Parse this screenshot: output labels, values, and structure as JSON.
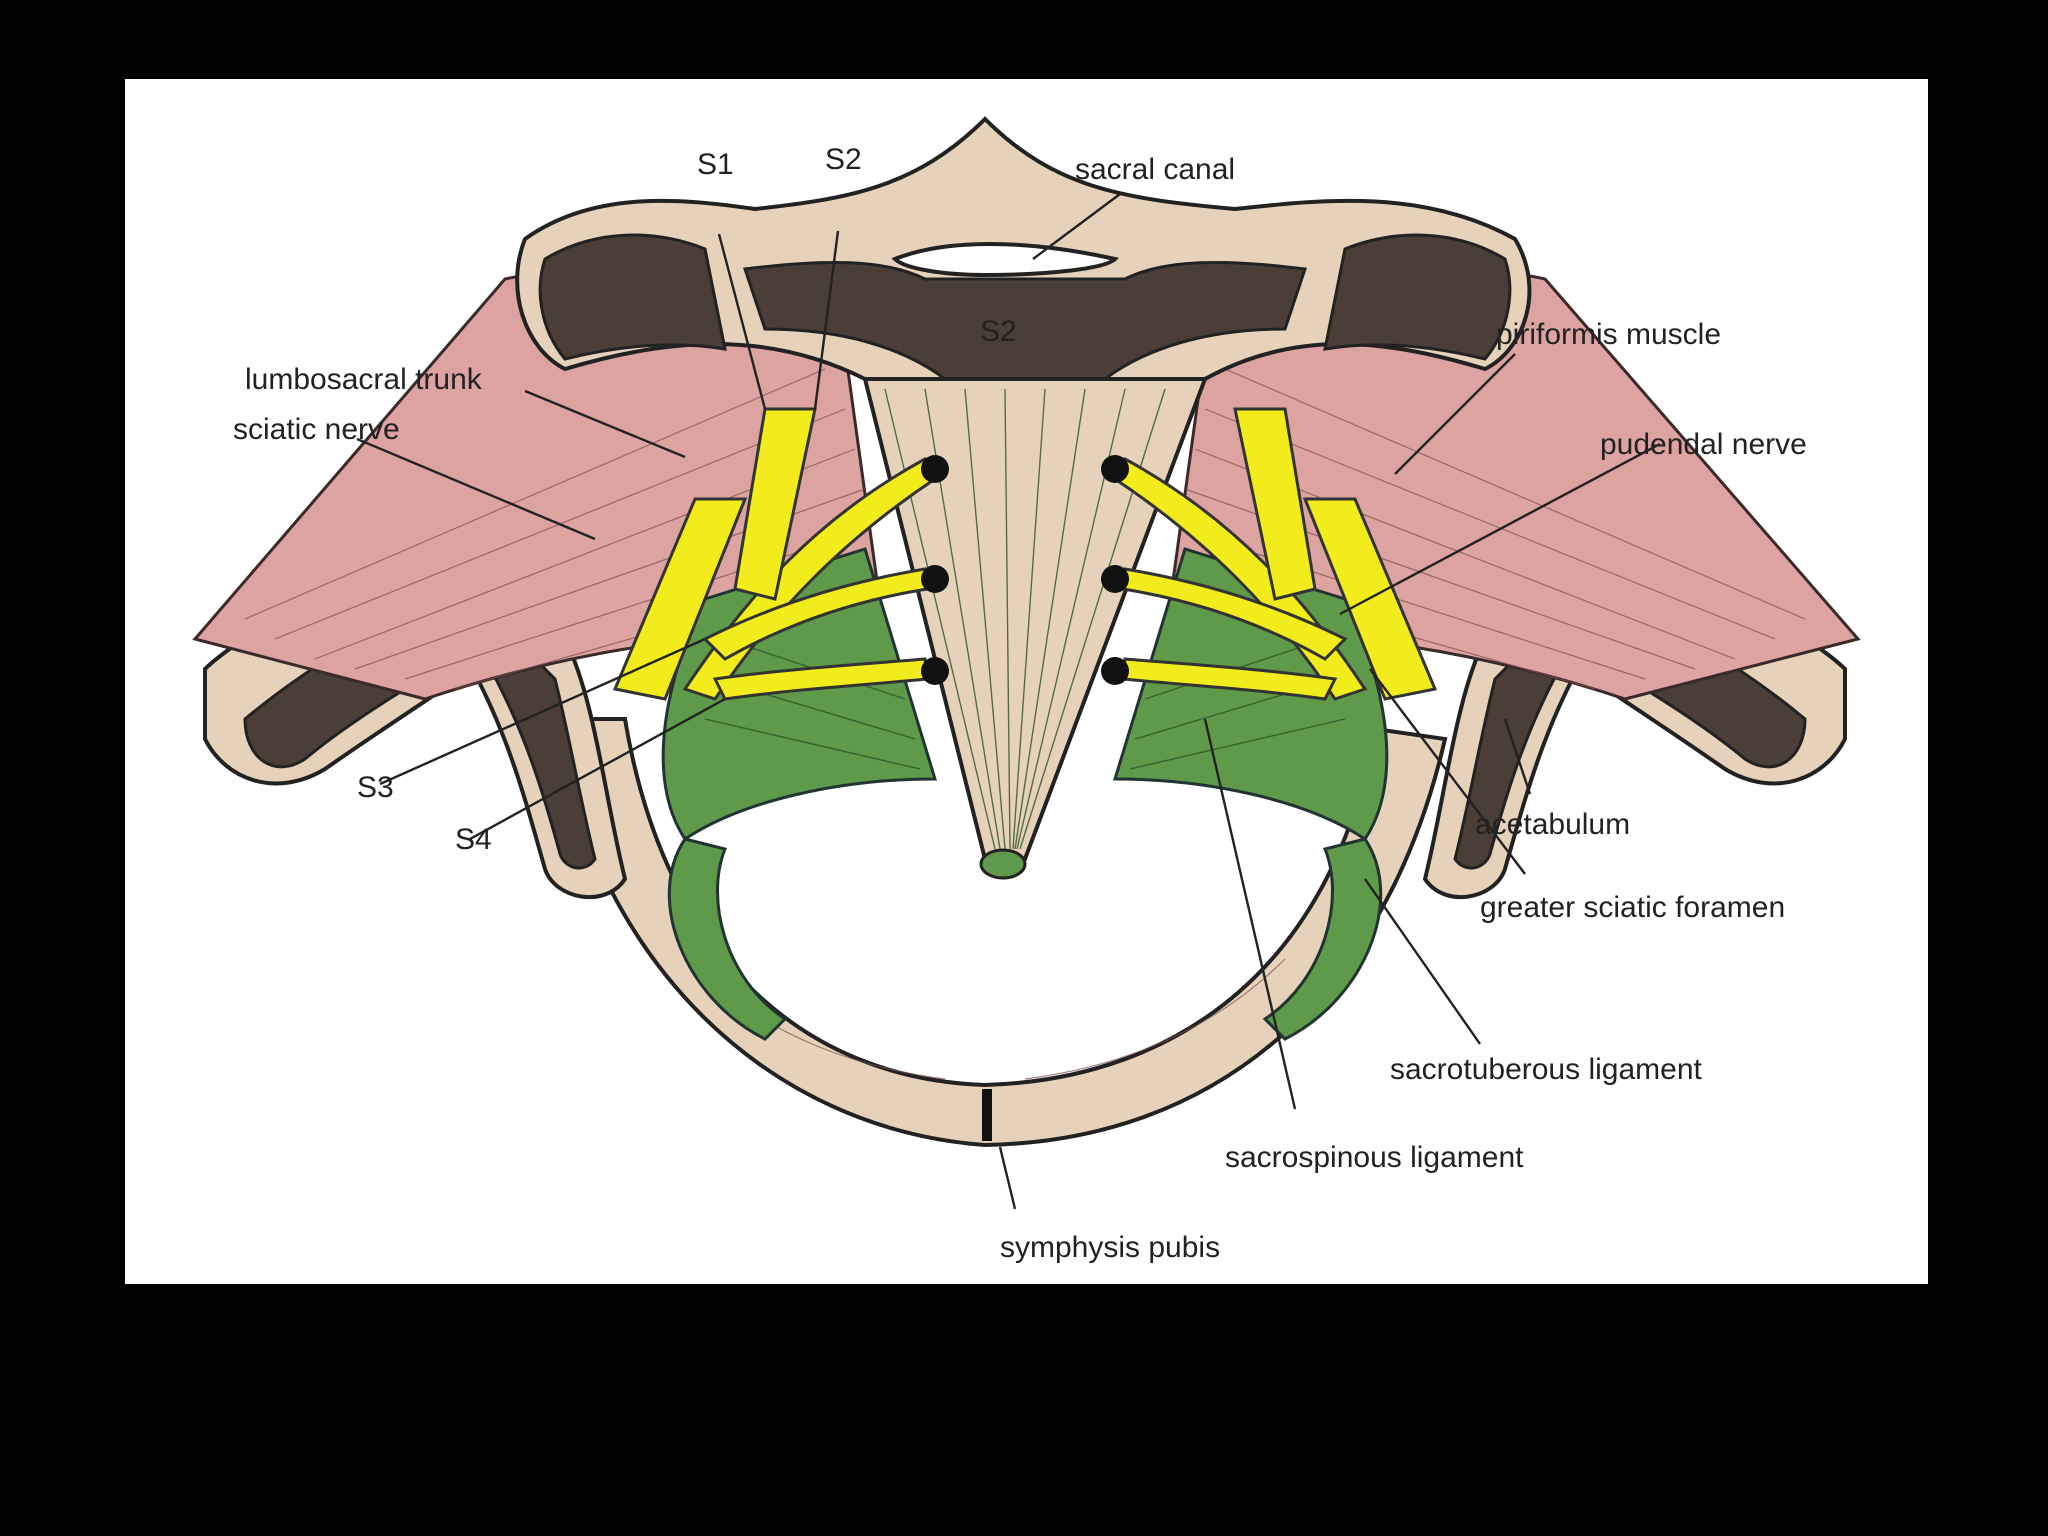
{
  "labels": {
    "sacral_canal": "sacral canal",
    "s1": "S1",
    "s2_top": "S2",
    "s2_body": "S2",
    "lumbosacral_trunk": "lumbosacral trunk",
    "sciatic_nerve": "sciatic nerve",
    "s3": "S3",
    "s4": "S4",
    "piriformis_muscle": "piriformis muscle",
    "pudendal_nerve": "pudendal nerve",
    "acetabulum": "acetabulum",
    "greater_sciatic_foramen": "greater sciatic foramen",
    "sacrotuberous_ligament": "sacrotuberous ligament",
    "sacrospinous_ligament": "sacrospinous ligament",
    "symphysis_pubis": "symphysis pubis"
  },
  "colors": {
    "background": "#000000",
    "panel": "#ffffff",
    "bone": "#e6d2ba",
    "marrow": "#4a3e36",
    "muscle": "#dca3a0",
    "ligament": "#5f9a4a",
    "nerve": "#f3ec1c"
  }
}
